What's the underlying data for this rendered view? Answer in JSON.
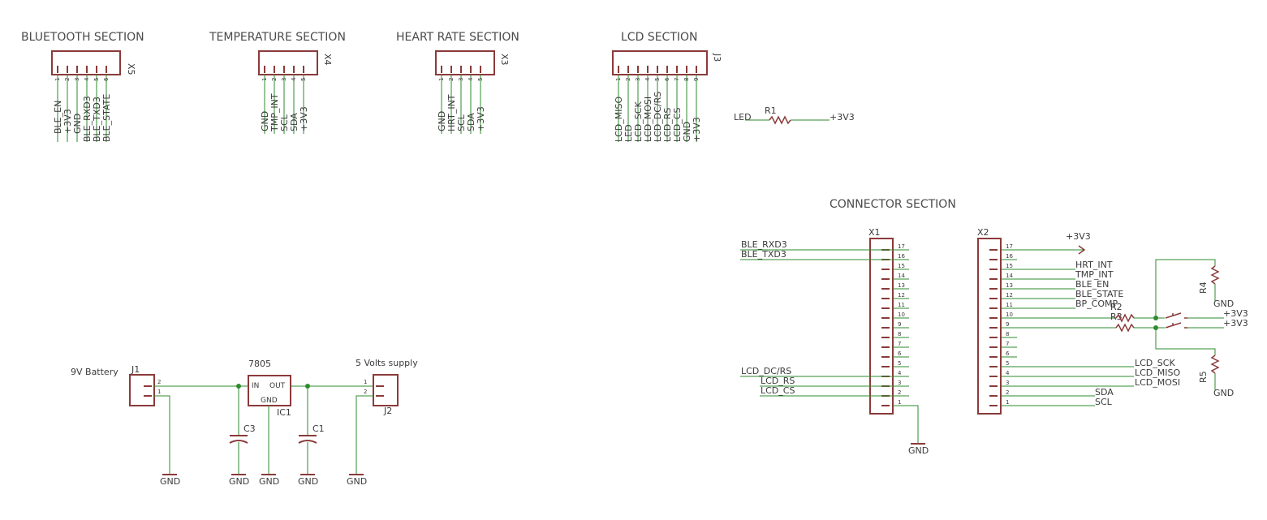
{
  "sections": {
    "bluetooth": {
      "title": "BLUETOOTH SECTION",
      "ref": "X5",
      "pins": [
        "1",
        "2",
        "3",
        "4",
        "5",
        "6"
      ],
      "nets": [
        "BLE_EN",
        "+3V3",
        "GND",
        "BLE_RXD3",
        "BLE_TXD3",
        "BLE_STATE"
      ]
    },
    "temperature": {
      "title": "TEMPERATURE SECTION",
      "ref": "X4",
      "pins": [
        "1",
        "2",
        "3",
        "4",
        "5"
      ],
      "nets": [
        "GND",
        "TMP_INT",
        "SCL",
        "SDA",
        "+3V3"
      ]
    },
    "heart_rate": {
      "title": "HEART RATE SECTION",
      "ref": "X3",
      "pins": [
        "1",
        "2",
        "3",
        "4",
        "5"
      ],
      "nets": [
        "GND",
        "HRT_INT",
        "SCL",
        "SDA",
        "+3V3"
      ]
    },
    "lcd": {
      "title": "LCD SECTION",
      "ref": "J3",
      "pins": [
        "1",
        "2",
        "3",
        "4",
        "5",
        "6",
        "7",
        "8",
        "9"
      ],
      "nets": [
        "LCD_MISO",
        "LED",
        "LCD_SCK",
        "LCD_MOSI",
        "LCD_DC/RS",
        "LCD_RS",
        "LCD_CS",
        "GND",
        "+3V3"
      ]
    },
    "led_resistor": {
      "ref": "R1",
      "left_net": "LED",
      "right_net": "+3V3"
    },
    "connector": {
      "title": "CONNECTOR SECTION",
      "x1": {
        "ref": "X1",
        "pins": [
          "17",
          "16",
          "15",
          "14",
          "13",
          "12",
          "11",
          "10",
          "9",
          "8",
          "7",
          "6",
          "5",
          "4",
          "3",
          "2",
          "1"
        ],
        "nets_left": {
          "17": "BLE_RXD3",
          "16": "BLE_TXD3",
          "4": "LCD_DC/RS",
          "3": "LCD_RS",
          "2": "LCD_CS"
        },
        "ground": "GND"
      },
      "x2": {
        "ref": "X2",
        "pins": [
          "17",
          "16",
          "15",
          "14",
          "13",
          "12",
          "11",
          "10",
          "9",
          "8",
          "7",
          "6",
          "5",
          "4",
          "3",
          "2",
          "1"
        ],
        "nets_right": [
          "+3V3",
          "HRT_INT",
          "TMP_INT",
          "BLE_EN",
          "BLE_STATE",
          "BP_COMP",
          "LCD_SCK",
          "LCD_MISO",
          "LCD_MOSI",
          "SDA",
          "SCL"
        ]
      },
      "r2": "R2",
      "r3": "R3",
      "r4": "R4",
      "r5": "R5",
      "gnd": "GND",
      "supply": "+3V3"
    },
    "power": {
      "battery_label": "9V Battery",
      "j1": "J1",
      "j1_pins": [
        "2",
        "1"
      ],
      "regulator": "7805",
      "ic_ref": "IC1",
      "ic_in": "IN",
      "ic_out": "OUT",
      "ic_gnd": "GND",
      "c3": "C3",
      "c1": "C1",
      "supply_label": "5 Volts supply",
      "j2": "J2",
      "j2_pins": [
        "1",
        "2"
      ],
      "gnd": "GND"
    }
  },
  "colors": {
    "part": "#8b3a3a",
    "wire": "#2e8b2e",
    "text": "#3a3a3a"
  }
}
